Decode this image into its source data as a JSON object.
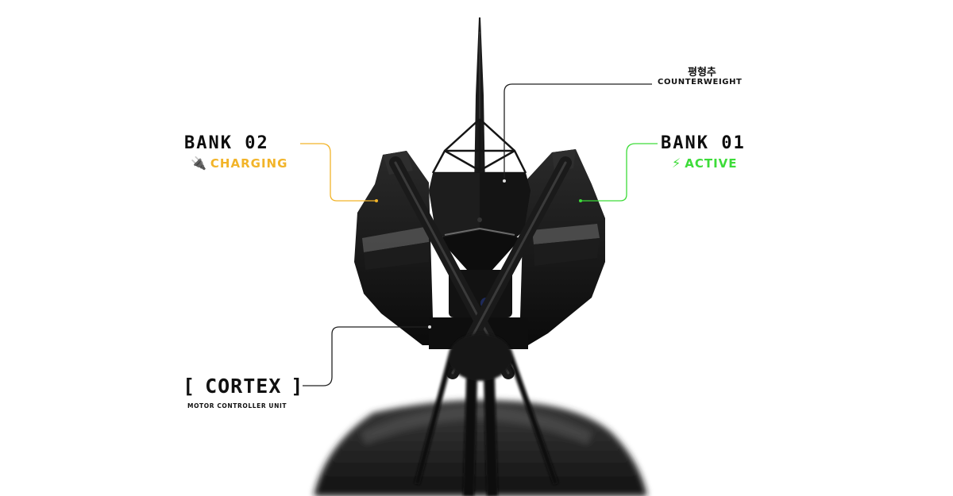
{
  "counterweight": {
    "korean": "평형추",
    "label": "COUNTERWEIGHT"
  },
  "bank02": {
    "title": "BANK 02",
    "status": "CHARGING",
    "status_icon": "plug-icon",
    "color": "#f2b429"
  },
  "bank01": {
    "title": "BANK 01",
    "status": "ACTIVE",
    "status_icon": "lightning-bolt-icon",
    "color": "#3ddc39"
  },
  "cortex": {
    "bracket_open": "[",
    "title": "CORTEX",
    "bracket_close": "]",
    "subtitle": "MOTOR CONTROLLER UNIT"
  }
}
